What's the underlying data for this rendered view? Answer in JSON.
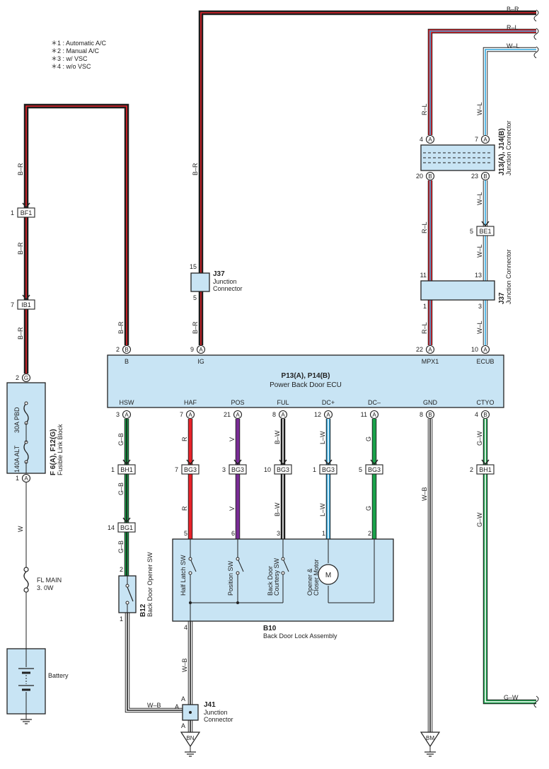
{
  "colors": {
    "B": "#1a1a1a",
    "R": "#e8222a",
    "W": "#ffffff",
    "L": "#2ea6dd",
    "G": "#19a24a",
    "V": "#7a2d96",
    "ecu_fill": "#c8e4f4"
  },
  "legend": [
    "＊1 : Automatic A/C",
    "＊2 : Manual A/C",
    "＊3 : w/ VSC",
    "＊4 : w/o VSC"
  ],
  "ecu": {
    "code": "P13(A), P14(B)",
    "name": "Power Back Door ECU",
    "top_pins": [
      {
        "pin": "2",
        "conn": "B",
        "label": "B",
        "wire": "B–R"
      },
      {
        "pin": "9",
        "conn": "A",
        "label": "IG",
        "wire": "B–R"
      },
      {
        "pin": "22",
        "conn": "A",
        "label": "MPX1",
        "wire": "R–L"
      },
      {
        "pin": "10",
        "conn": "A",
        "label": "ECUB",
        "wire": "W–L"
      }
    ],
    "bottom_pins": [
      {
        "pin": "3",
        "conn": "A",
        "label": "HSW",
        "wire": "G–B"
      },
      {
        "pin": "7",
        "conn": "A",
        "label": "HAF",
        "wire": "R"
      },
      {
        "pin": "21",
        "conn": "A",
        "label": "POS",
        "wire": "V"
      },
      {
        "pin": "8",
        "conn": "A",
        "label": "FUL",
        "wire": "B–W"
      },
      {
        "pin": "12",
        "conn": "A",
        "label": "DC+",
        "wire": "L–W"
      },
      {
        "pin": "11",
        "conn": "A",
        "label": "DC–",
        "wire": "G"
      },
      {
        "pin": "8",
        "conn": "B",
        "label": "GND",
        "wire": "W–B"
      },
      {
        "pin": "4",
        "conn": "B",
        "label": "CTYO",
        "wire": "G–W"
      }
    ]
  },
  "edge_wires": [
    "B–R",
    "R–L",
    "W–L",
    "G–W"
  ],
  "fusible_block": {
    "code": "F 6(A), F12(G)",
    "name": "Fusible Link Block",
    "fuse1": "30A PBD",
    "fuse2": "140A ALT",
    "pin_top": "2",
    "conn_top": "G",
    "pin_bottom": "1",
    "conn_bottom": "A"
  },
  "fl_main": {
    "name": "FL MAIN",
    "rating": "3. 0W"
  },
  "battery": {
    "label": "Battery"
  },
  "junction_j13": {
    "code": "J13(A), J14(B)",
    "name": "Junction Connector",
    "pins": [
      "4",
      "A",
      "7",
      "A",
      "20",
      "B",
      "23",
      "B"
    ]
  },
  "junction_j37_top": {
    "code": "J37",
    "name1": "Junction",
    "name2": "Connector",
    "pin_in": "15",
    "pin_out": "5"
  },
  "junction_j37_right": {
    "code": "J37",
    "name": "Junction Connector",
    "pins": [
      "11",
      "13",
      "1",
      "3"
    ]
  },
  "junction_j41": {
    "code": "J41",
    "name1": "Junction",
    "name2": "Connector",
    "pin_a": "A",
    "pin_b": "A",
    "pin_c": "A"
  },
  "b10": {
    "code": "B10",
    "name": "Back Door Lock Assembly",
    "pins": [
      "5",
      "6",
      "3",
      "1",
      "2",
      "4"
    ],
    "switches": [
      "Half Latch SW",
      "Position SW",
      "Back Door",
      "Courtesy SW",
      "Opener &",
      "Closer Motor"
    ],
    "motor": "M"
  },
  "b12": {
    "code": "B12",
    "name": "Back Door Opener SW",
    "pin_top": "2",
    "pin_bottom": "1"
  },
  "connectors": [
    {
      "pin": "1",
      "name": "BF1",
      "wire": "B–R"
    },
    {
      "pin": "7",
      "name": "IB1",
      "wire": "B–R"
    },
    {
      "pin": "5",
      "name": "BE1",
      "wire": "W–L"
    },
    {
      "pin": "1",
      "name": "BH1",
      "wire": "G–B"
    },
    {
      "pin": "14",
      "name": "BG1",
      "wire": "G–B"
    },
    {
      "pin": "7",
      "name": "BG3",
      "wire": "R"
    },
    {
      "pin": "3",
      "name": "BG3",
      "wire": "V"
    },
    {
      "pin": "10",
      "name": "BG3",
      "wire": "B–W"
    },
    {
      "pin": "1",
      "name": "BG3",
      "wire": "L–W"
    },
    {
      "pin": "5",
      "name": "BG3",
      "wire": "G"
    },
    {
      "pin": "2",
      "name": "BH1",
      "wire": "G–W"
    }
  ],
  "wire_labels": {
    "battery_w": "W",
    "opener_wb": "W–B",
    "lock_wb": "W–B"
  },
  "grounds": [
    "BN",
    "BM"
  ]
}
